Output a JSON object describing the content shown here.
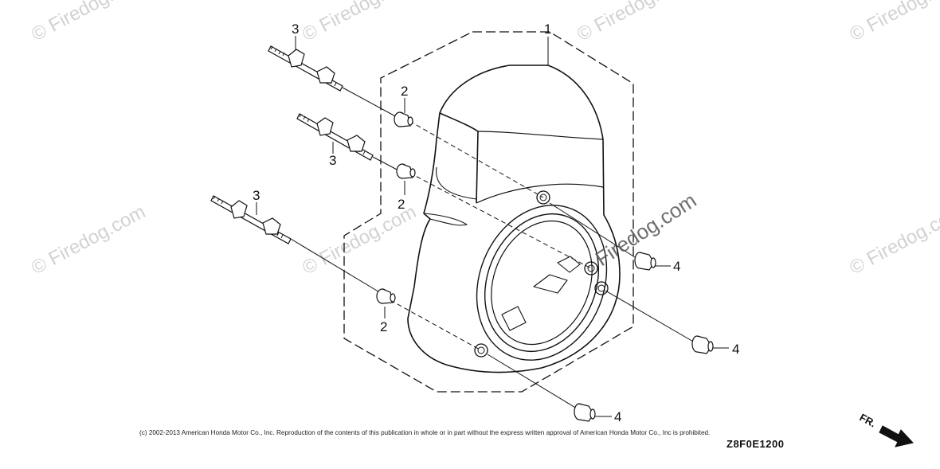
{
  "watermarks": {
    "text": "© Firedog.com",
    "brand_overlay": "Firedog.com"
  },
  "parts": {
    "shroud": "1",
    "collar": "2",
    "stud": "3",
    "nut": "4"
  },
  "footer": {
    "copyright": "(c) 2002-2013 American Honda Motor Co., Inc. Reproduction of the contents of this publication in whole or in part without the express written approval of American Honda Motor Co., Inc is prohibited.",
    "diagram_code": "Z8F0E1200"
  },
  "direction_indicator": {
    "label": "FR."
  },
  "colors": {
    "line": "#111111",
    "watermark": "#d2d2d2",
    "background": "#ffffff"
  }
}
